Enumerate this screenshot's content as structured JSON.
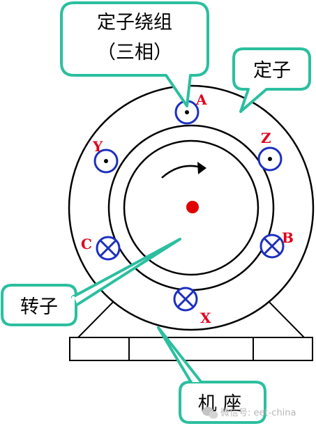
{
  "callouts": {
    "winding_line1": "定子绕组",
    "winding_line2": "（三相）",
    "stator": "定子",
    "rotor": "转子",
    "frame": "机  座"
  },
  "terminals": {
    "A": "A",
    "B": "B",
    "C": "C",
    "X": "X",
    "Y": "Y",
    "Z": "Z"
  },
  "watermark": "微信号: eet-china",
  "colors": {
    "callout_fill": "#ffffff",
    "callout_stroke": "#2bbf9f",
    "terminal_label": "#e0001a",
    "coil": "#1c2fc0",
    "rotor_center": "#e00000",
    "outline": "#000000"
  }
}
